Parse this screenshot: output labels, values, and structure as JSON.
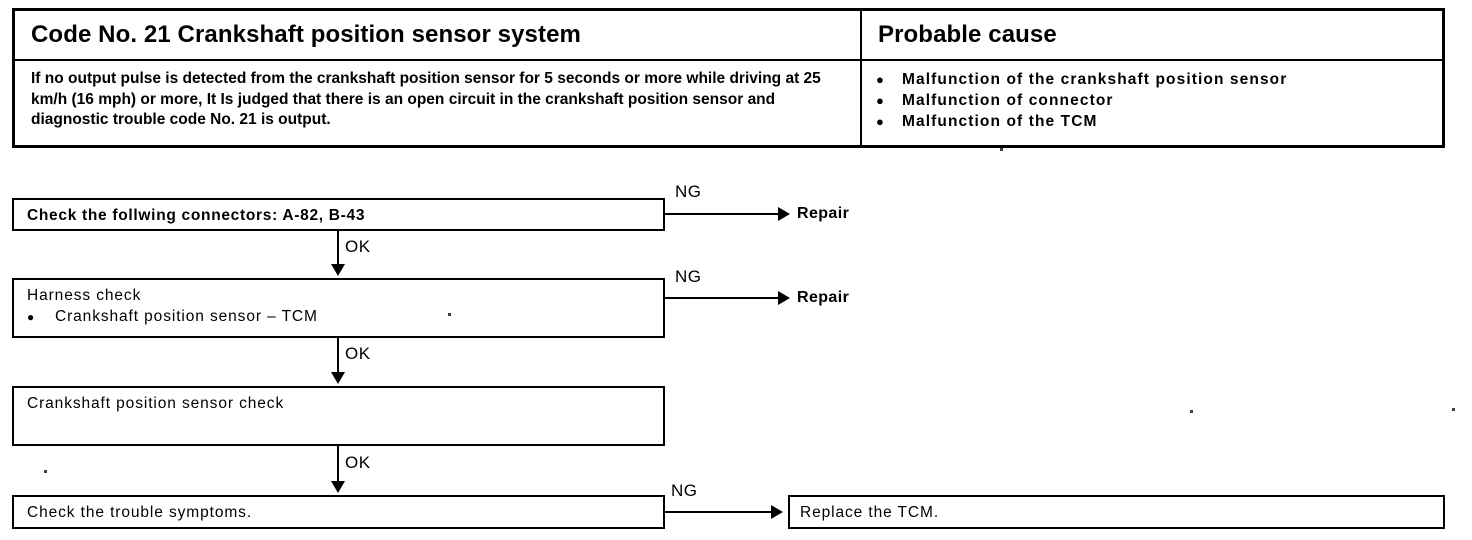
{
  "table": {
    "headers": {
      "code": "Code No. 21 Crankshaft position sensor system",
      "cause": "Probable cause"
    },
    "description": "If no output pulse is detected from the crankshaft position sensor for 5 seconds or more while driving at 25 km/h (16 mph) or more, It Is judged that there is an open circuit in the crankshaft position sensor and diagnostic trouble code No. 21 is output.",
    "causes": [
      "Malfunction of the crankshaft position sensor",
      "Malfunction of connector",
      "Malfunction of the TCM"
    ],
    "bullet": "●"
  },
  "flowchart": {
    "steps": [
      {
        "id": "check-connectors",
        "title": "Check the follwing connectors: A-82, B-43",
        "sub": null,
        "ng_label": "NG",
        "ng_target": "Repair",
        "ok_label": "OK"
      },
      {
        "id": "harness-check",
        "title": "Harness check",
        "sub": "Crankshaft position sensor – TCM",
        "ng_label": "NG",
        "ng_target": "Repair",
        "ok_label": "OK"
      },
      {
        "id": "sensor-check",
        "title": "Crankshaft position sensor check",
        "sub": null,
        "ng_label": null,
        "ng_target": null,
        "ok_label": "OK"
      },
      {
        "id": "trouble-symptoms",
        "title": "Check the trouble symptoms.",
        "sub": null,
        "ng_label": "NG",
        "ng_target": null,
        "ok_label": null
      }
    ],
    "final_box": "Replace the TCM.",
    "bullet": "●"
  }
}
